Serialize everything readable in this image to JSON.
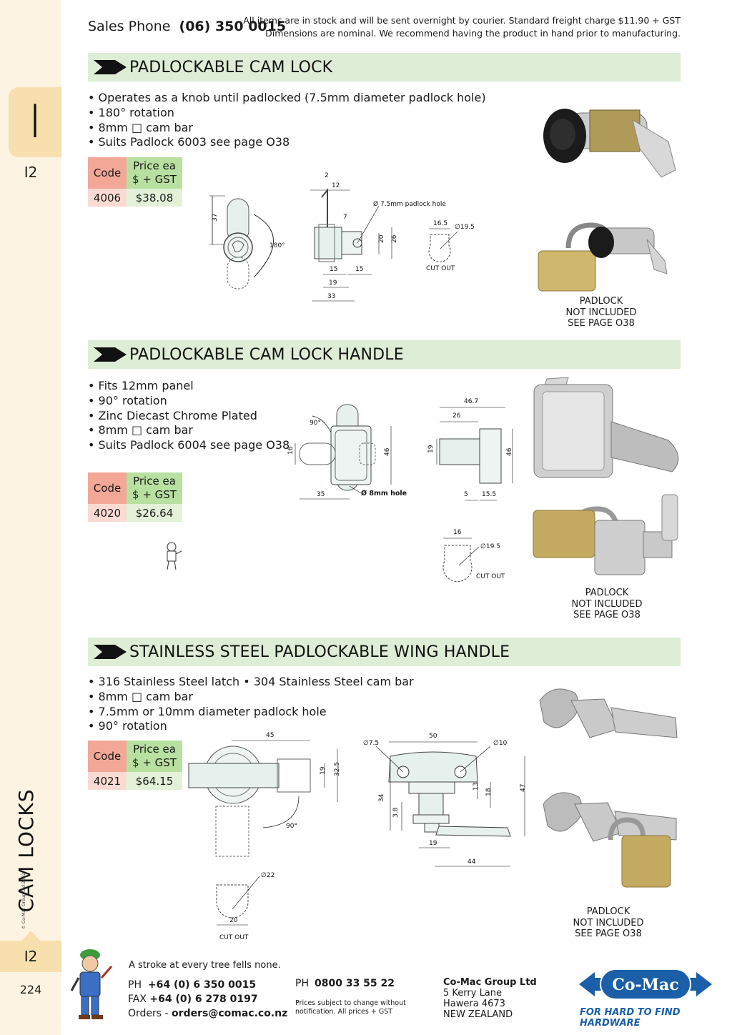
{
  "header": {
    "sales_label": "Sales Phone",
    "sales_phone": "(06) 350 0015",
    "note_line1": "All items are in stock and will be sent overnight by courier. Standard freight charge $11.90 + GST",
    "note_line2": "Dimensions are nominal. We recommend having the product in hand prior to manufacturing."
  },
  "side": {
    "tab_letter": "I",
    "page_ref_top": "I2",
    "section_name": "CAM LOCKS",
    "copyright": "© Co-Mac Group Ltd 2022",
    "page_ref_bottom": "I2",
    "page_number": "224"
  },
  "colors": {
    "bar_green": "#deedd6",
    "code_header": "#f2a797",
    "price_header": "#b8e0a0",
    "side_tab": "#f7dfae",
    "brand_blue": "#1a5fa8"
  },
  "table_headers": {
    "code": "Code",
    "price_line1": "Price ea",
    "price_line2": "$ + GST"
  },
  "products": [
    {
      "title": "PADLOCKABLE CAM LOCK",
      "bullets": [
        "• Operates as a knob until padlocked (7.5mm diameter padlock hole)",
        "• 180° rotation",
        "• 8mm □ cam bar",
        "• Suits Padlock 6003 see page O38"
      ],
      "code": "4006",
      "price": "$38.08",
      "padlock_note": [
        "PADLOCK",
        "NOT INCLUDED",
        "SEE PAGE O38"
      ]
    },
    {
      "title": "PADLOCKABLE CAM LOCK HANDLE",
      "bullets": [
        "• Fits 12mm panel",
        "• 90° rotation",
        "• Zinc Diecast Chrome Plated",
        "• 8mm □ cam bar",
        "• Suits Padlock 6004 see page O38"
      ],
      "code": "4020",
      "price": "$26.64",
      "padlock_note": [
        "PADLOCK",
        "NOT INCLUDED",
        "SEE PAGE O38"
      ]
    },
    {
      "title": "STAINLESS STEEL PADLOCKABLE WING HANDLE",
      "bullets": [
        "• 316 Stainless Steel latch  • 304 Stainless Steel cam bar",
        "• 8mm □ cam bar",
        "• 7.5mm or 10mm diameter padlock hole",
        "• 90° rotation"
      ],
      "code": "4021",
      "price": "$64.15",
      "padlock_note": [
        "PADLOCK",
        "NOT INCLUDED",
        "SEE PAGE O38"
      ]
    }
  ],
  "dims1": {
    "d37": "37",
    "d180": "180°",
    "d2": "2",
    "d12": "12",
    "d7": "7",
    "hole": "Ø 7.5mm padlock hole",
    "d20": "20",
    "d26": "26",
    "d15a": "15",
    "d15b": "15",
    "d19": "19",
    "d33": "33",
    "d165": "16.5",
    "d195": "∅19.5",
    "cut": "CUT OUT"
  },
  "dims2": {
    "d90": "90°",
    "d16": "16",
    "d46": "46",
    "d35": "35",
    "hole": "Ø 8mm hole",
    "d467": "46.7",
    "d26": "26",
    "d19": "19",
    "d46b": "46",
    "d5": "5",
    "d155": "15.5",
    "c16": "16",
    "c195": "∅19.5",
    "cut": "CUT OUT"
  },
  "dims3": {
    "d45": "45",
    "d19": "19",
    "d325": "32.5",
    "d90": "90°",
    "c22": "∅22",
    "c20": "20",
    "cut": "CUT OUT",
    "d75": "∅7.5",
    "d50": "50",
    "d10": "∅10",
    "d34": "34",
    "d38": "3.8",
    "d13": "13",
    "d18": "18",
    "d47": "47",
    "d19b": "19",
    "d44": "44"
  },
  "footer": {
    "motto": "A stroke at every tree fells none.",
    "ph_label": "PH",
    "ph": "+64 (0) 6 350 0015",
    "fax_label": "FAX",
    "fax": "+64 (0) 6 278 0197",
    "orders_label": "Orders -",
    "orders": "orders@comac.co.nz",
    "free_label": "PH",
    "free_phone": "0800 33 55 22",
    "price_note_1": "Prices subject to change without",
    "price_note_2": "notification. All prices + GST",
    "company": "Co-Mac Group Ltd",
    "addr1": "5 Kerry Lane",
    "addr2": "Hawera 4673",
    "addr3": "NEW ZEALAND",
    "logo_text": "Co-Mac",
    "tagline": "FOR HARD TO FIND HARDWARE"
  }
}
